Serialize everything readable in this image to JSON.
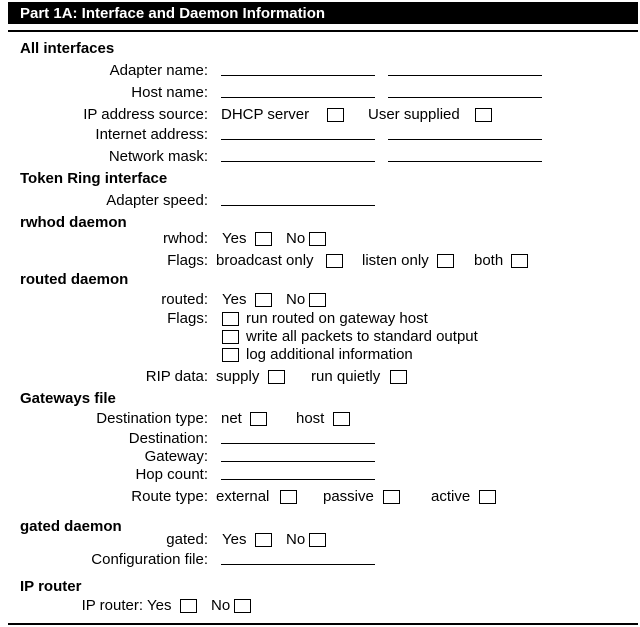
{
  "title": "Part 1A:  Interface and Daemon Information",
  "all_interfaces": {
    "header": "All interfaces",
    "adapter_name": "Adapter name:",
    "host_name": "Host name:",
    "ip_source": "IP address source:",
    "dhcp": "DHCP server",
    "user_supplied": "User supplied",
    "internet_address": "Internet address:",
    "network_mask": "Network mask:"
  },
  "token_ring": {
    "header": "Token Ring interface",
    "adapter_speed": "Adapter speed:"
  },
  "rwhod": {
    "header": "rwhod daemon",
    "label": "rwhod:",
    "yes": "Yes",
    "no": "No",
    "flags": "Flags:",
    "broadcast": "broadcast only",
    "listen": "listen only",
    "both": "both"
  },
  "routed": {
    "header": "routed daemon",
    "label": "routed:",
    "yes": "Yes",
    "no": "No",
    "flags": "Flags:",
    "opt1": "run routed on gateway host",
    "opt2": "write all packets to standard output",
    "opt3": "log additional information",
    "rip": "RIP data:",
    "supply": "supply",
    "quietly": "run quietly"
  },
  "gateways": {
    "header": "Gateways file",
    "dest_type": "Destination type:",
    "net": "net",
    "host": "host",
    "destination": "Destination:",
    "gateway": "Gateway:",
    "hop": "Hop count:",
    "route_type": "Route type:",
    "external": "external",
    "passive": "passive",
    "active": "active"
  },
  "gated": {
    "header": "gated daemon",
    "label": "gated:",
    "yes": "Yes",
    "no": "No",
    "config": "Configuration file:"
  },
  "ip_router": {
    "header": "IP router",
    "label": "IP router:",
    "yes": "Yes",
    "no": "No"
  }
}
